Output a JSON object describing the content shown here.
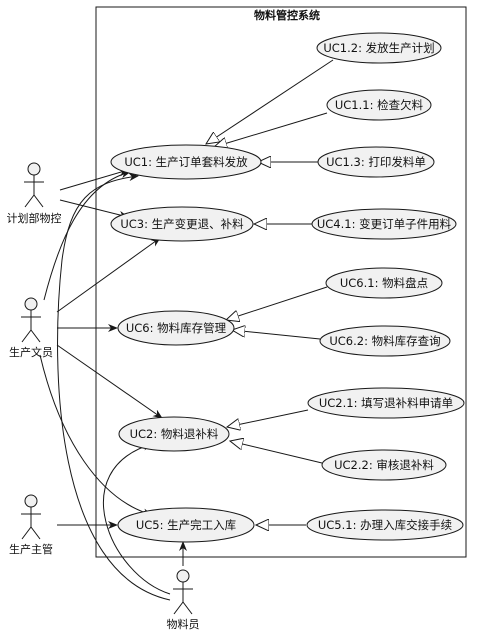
{
  "system": {
    "title": "物料管控系统"
  },
  "actors": {
    "planning": "计划部物控",
    "clerk": "生产文员",
    "supervisor": "生产主管",
    "material": "物料员"
  },
  "use_cases": {
    "uc1_2": "UC1.2: 发放生产计划",
    "uc1_1": "UC1.1: 检查欠料",
    "uc1": "UC1: 生产订单套料发放",
    "uc1_3": "UC1.3: 打印发料单",
    "uc3": "UC3: 生产变更退、补料",
    "uc4_1": "UC4.1: 变更订单子件用料",
    "uc6_1": "UC6.1: 物料盘点",
    "uc6": "UC6: 物料库存管理",
    "uc6_2": "UC6.2: 物料库存查询",
    "uc2_1": "UC2.1: 填写退补料申请单",
    "uc2": "UC2: 物料退补料",
    "uc2_2": "UC2.2: 审核退补料",
    "uc5": "UC5: 生产完工入库",
    "uc5_1": "UC5.1: 办理入库交接手续"
  },
  "colors": {
    "ellipse_fill": "#f1f1f1",
    "stroke": "#181818",
    "background": "#ffffff"
  }
}
